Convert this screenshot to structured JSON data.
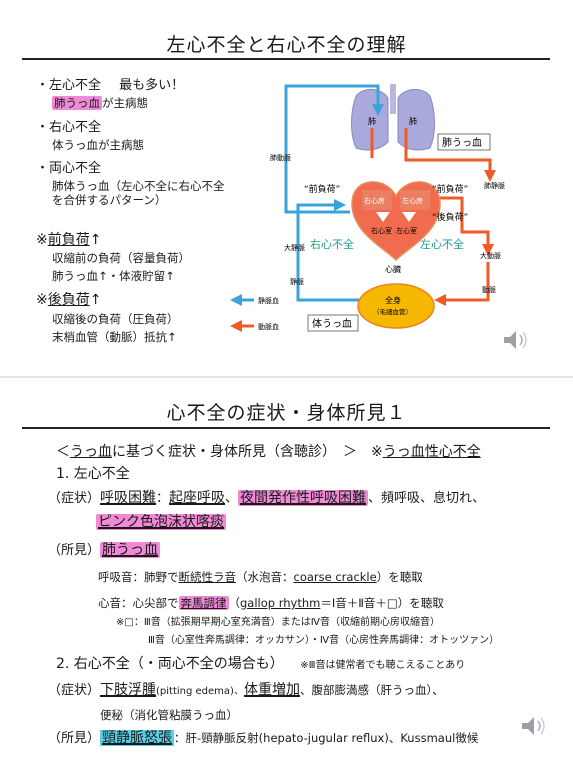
{
  "slide1": {
    "title": "左心不全と右心不全の理解",
    "left_hf": {
      "label": "・左心不全",
      "note": "最も多い！",
      "sub_hl": "肺うっ血",
      "sub_rest": "が主病態"
    },
    "right_hf": {
      "label": "・右心不全",
      "sub": "体うっ血が主病態"
    },
    "both_hf": {
      "label": "・両心不全",
      "sub1": "肺体うっ血（左心不全に右心不全",
      "sub2": "を合併するパターン）"
    },
    "preload": {
      "mark": "※",
      "label": "前負荷",
      "arrow": "↑",
      "line1": "収縮前の負荷（容量負荷）",
      "line2": "肺うっ血↑・体液貯留↑"
    },
    "afterload": {
      "mark": "※",
      "label": "後負荷",
      "arrow": "↑",
      "line1": "収縮後の負荷（圧負荷）",
      "line2": "末梢血管（動脈）抵抗↑"
    },
    "diagram": {
      "lung_left": "肺",
      "lung_right": "肺",
      "lung_congestion": "肺うっ血",
      "pulm_vein": "肺静脈",
      "pulm_artery": "肺動脈",
      "preload_left": "“前負荷”",
      "preload_right": "“前負荷”",
      "afterload": "“後負荷”",
      "ra": "右心房",
      "la": "左心房",
      "rv": "右心室",
      "lv": "左心室",
      "heart": "心臓",
      "rhf": "右心不全",
      "lhf": "左心不全",
      "vena_cava": "大静脈",
      "vein": "静脈",
      "aorta": "大動脈",
      "artery": "動脈",
      "body1": "全身",
      "body2": "（毛細血管）",
      "body_congestion": "体うっ血",
      "legend_vein": "静脈血",
      "legend_artery": "動脈血"
    },
    "colors": {
      "venous": "#3aa3d9",
      "arterial": "#f05a28",
      "highlight": "#f08ad6",
      "heart": "#f26b4f",
      "body": "#f6b800",
      "lung": "#a8a8d8"
    }
  },
  "slide2": {
    "title": "心不全の症状・身体所見１",
    "subtitle_a": "＜",
    "subtitle_b": "うっ血",
    "subtitle_c": "に基づく症状・身体所見（含聴診）　＞　※",
    "subtitle_d": "うっ血性心不全",
    "sec1": "1. 左心不全",
    "s1_label": "（症状）",
    "s1_a": "呼吸困難",
    "s1_b": "：",
    "s1_c": "起座呼吸",
    "s1_d": "、",
    "s1_e": "夜間発作性呼吸困難",
    "s1_f": "、頻呼吸、息切れ、",
    "s1_g": "ピンク色泡沫状喀痰",
    "f1_label": "（所見）",
    "f1_a": "肺うっ血",
    "breath_a": "呼吸音：肺野で",
    "breath_b": "断続性ラ音",
    "breath_c": "（水泡音：",
    "breath_d": "coarse crackle",
    "breath_e": "）を聴取",
    "heart_a": "心音：心尖部で",
    "heart_b": "奔馬調律",
    "heart_c": "（",
    "heart_d": "gallop rhythm",
    "heart_e": "＝Ⅰ音＋Ⅱ音＋□）を聴取",
    "note1": "※□：Ⅲ音（拡張期早期心室充満音）またはⅣ音（収縮前期心房収縮音）",
    "note2": "Ⅲ音（心室性奔馬調律：オッカサン）・Ⅳ音（心房性奔馬調律：オトッツァン）",
    "sec2": "2. 右心不全（・両心不全の場合も）",
    "sec2_note": "※Ⅲ音は健常者でも聴こえることあり",
    "s2_label": "（症状）",
    "s2_a": "下肢浮腫",
    "s2_b": "(pitting edema)、",
    "s2_c": "体重増加",
    "s2_d": "、腹部膨満感（肝うっ血）、",
    "s2_e": "便秘（消化管粘膜うっ血）",
    "f2_label": "（所見）",
    "f2_a": "頸静脈怒張",
    "f2_b": "：肝-頸静脈反射(hepato-jugular reflux)、Kussmaul徴候"
  }
}
